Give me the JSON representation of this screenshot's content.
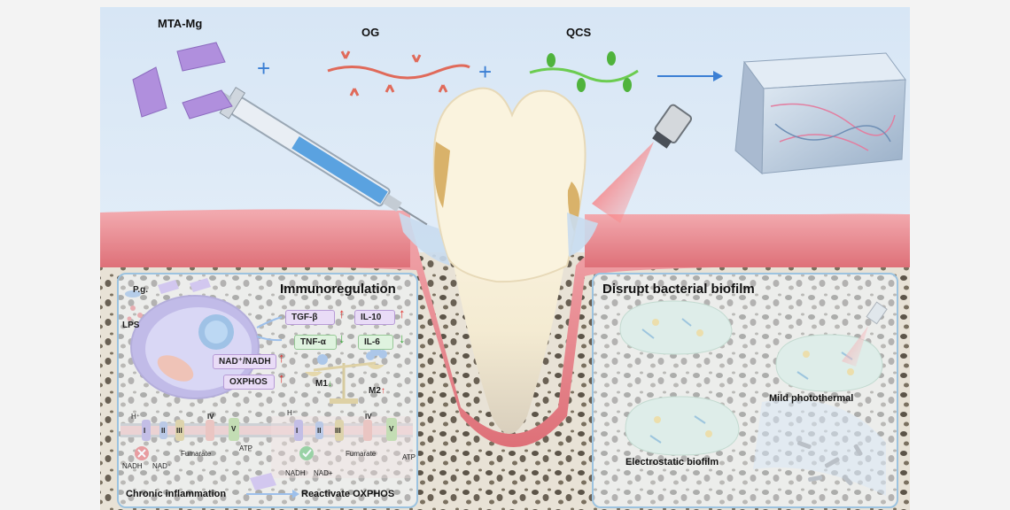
{
  "materials": {
    "mta_mg": "MTA-Mg",
    "og": "OG",
    "qcs": "QCS",
    "plus": "+"
  },
  "immuno": {
    "title": "Immunoregulation",
    "pg": "P.g.",
    "lps": "LPS",
    "tgf": "TGF-β",
    "il10": "IL-10",
    "tnf": "TNF-α",
    "il6": "IL-6",
    "nad_ratio": "NAD⁺/NADH",
    "oxphos": "OXPHOS",
    "m1": "M1",
    "m2": "M2",
    "up_arrow": "↑",
    "down_arrow": "↓",
    "complex_I": "I",
    "complex_II": "II",
    "complex_III": "III",
    "complex_IV": "IV",
    "complex_V": "V",
    "h_plus": "H⁺",
    "nadh": "NADH",
    "nad_plus_sup": "NAD⁺",
    "nad_plus": "NAD+",
    "fumarate": "Fumarate",
    "atp": "ATP",
    "chronic": "Chronic inflammation",
    "reactivate": "Reactivate OXPHOS"
  },
  "biofilm": {
    "title": "Disrupt bacterial biofilm",
    "mild": "Mild photothermal",
    "electro": "Electrostatic biofilm"
  },
  "colors": {
    "gum": "#e9868e",
    "bone": "#e4ded2",
    "panel_border": "#9cc3e0",
    "arrow_blue": "#3b7fd4",
    "hydrogel": "#b9c9dc",
    "laser_red": "#e6252a"
  }
}
